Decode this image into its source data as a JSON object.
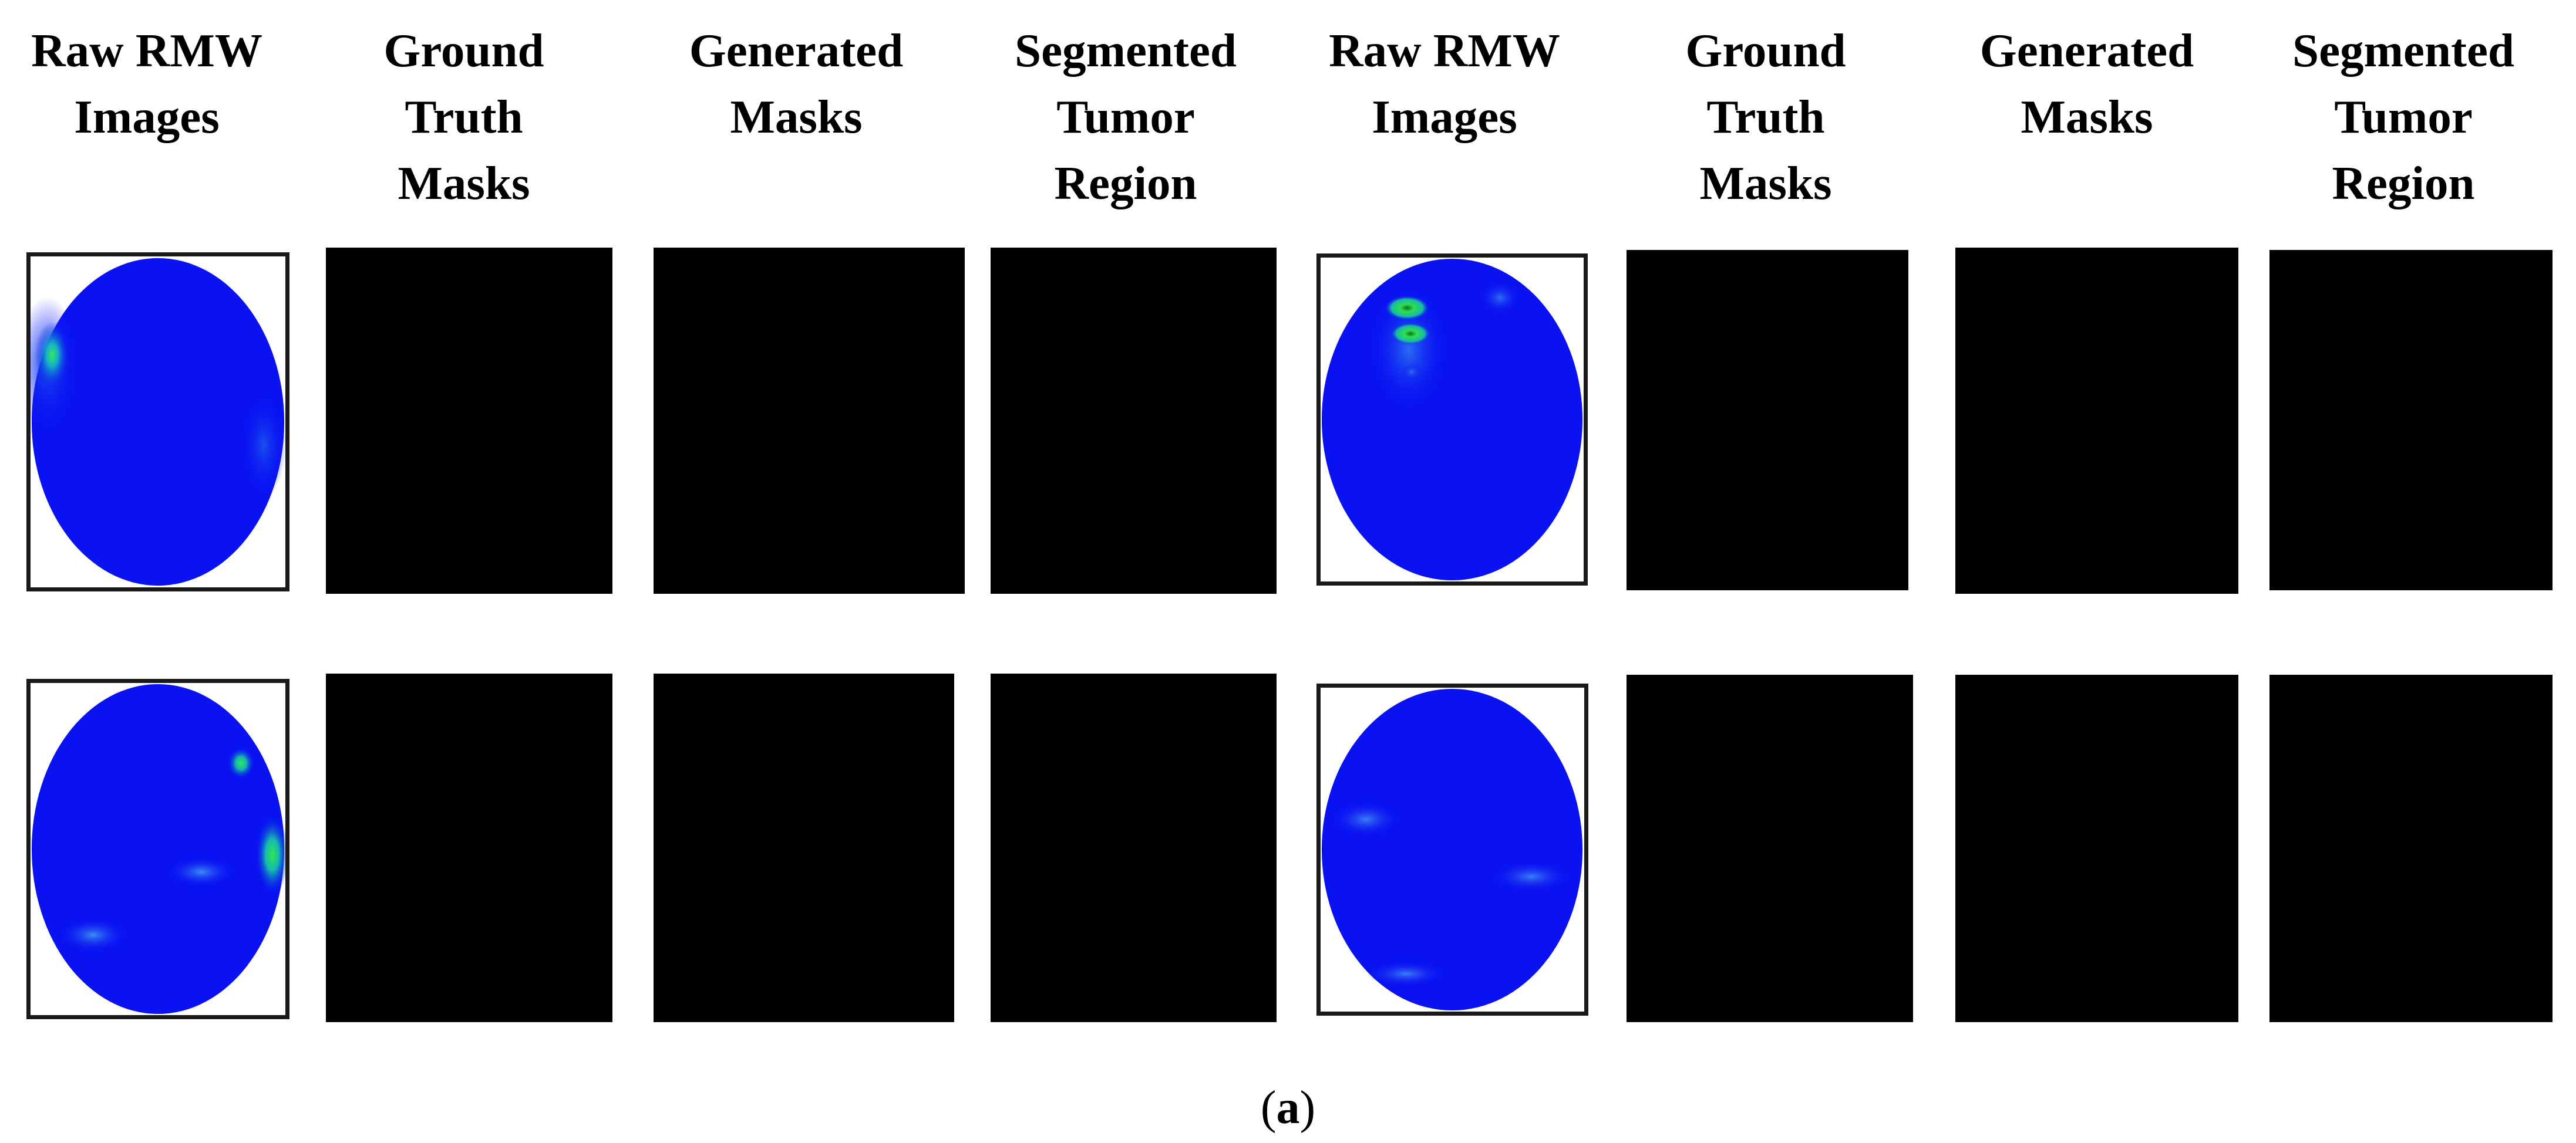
{
  "figure": {
    "column_headers": [
      "Raw RMW\nImages",
      "Ground\nTruth\nMasks",
      "Generated\nMasks",
      "Segmented\nTumor\nRegion",
      "Raw RMW\nImages",
      "Ground\nTruth\nMasks",
      "Generated\nMasks",
      "Segmented\nTumor\nRegion"
    ],
    "caption_open": "(",
    "caption_letter": "a",
    "caption_close": ")"
  },
  "colors": {
    "heatmap_base": "#0a12f2",
    "heatmap_hot": "#17c93a",
    "mask": "#000000",
    "frame": "#1a1a1a"
  }
}
